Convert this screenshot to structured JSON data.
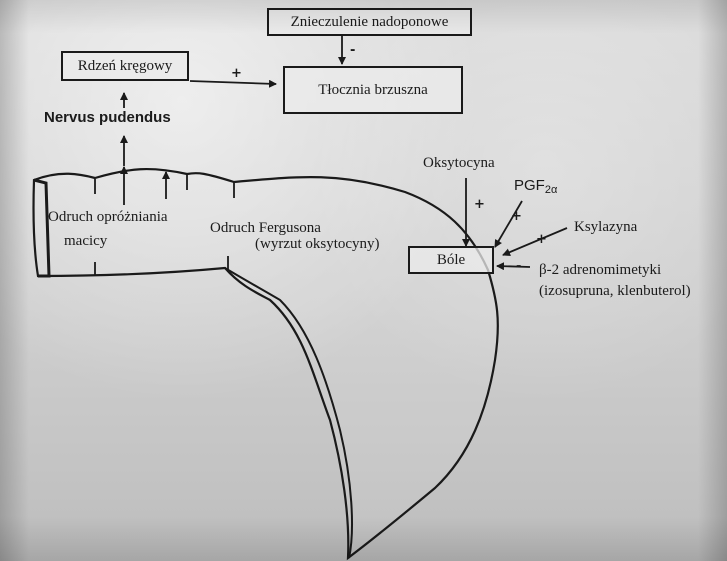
{
  "diagram": {
    "nodes": {
      "znieczulenie": "Znieczulenie nadoponowe",
      "rdzen": "Rdzeń kręgowy",
      "tlocznia": "Tłocznia brzuszna",
      "nervus": "Nervus pudendus",
      "odruch_oproznienia_line1": "Odruch opróżniania",
      "odruch_oproznienia_line2": "macicy",
      "odruch_fergusona_line1": "Odruch Fergusona",
      "odruch_fergusona_line2": "(wyrzut oksytocyny)",
      "oksytocyna": "Oksytocyna",
      "pgf_main": "PGF",
      "pgf_sub": "2α",
      "ksylazyna": "Ksylazyna",
      "bole": "Bóle",
      "beta_line1": "β-2 adrenomimetyki",
      "beta_line2": "(izosupruna, klenbuterol)"
    },
    "signs": {
      "znieczulenie_to_tlocznia": "-",
      "rdzen_to_tlocznia": "+",
      "oksytocyna_to_bole": "+",
      "pgf_to_bole": "+",
      "ksylazyna_to_bole": "+",
      "beta_to_bole": "-"
    },
    "colors": {
      "ink": "#1a1a1a",
      "paper": "#d6d6d6"
    }
  }
}
